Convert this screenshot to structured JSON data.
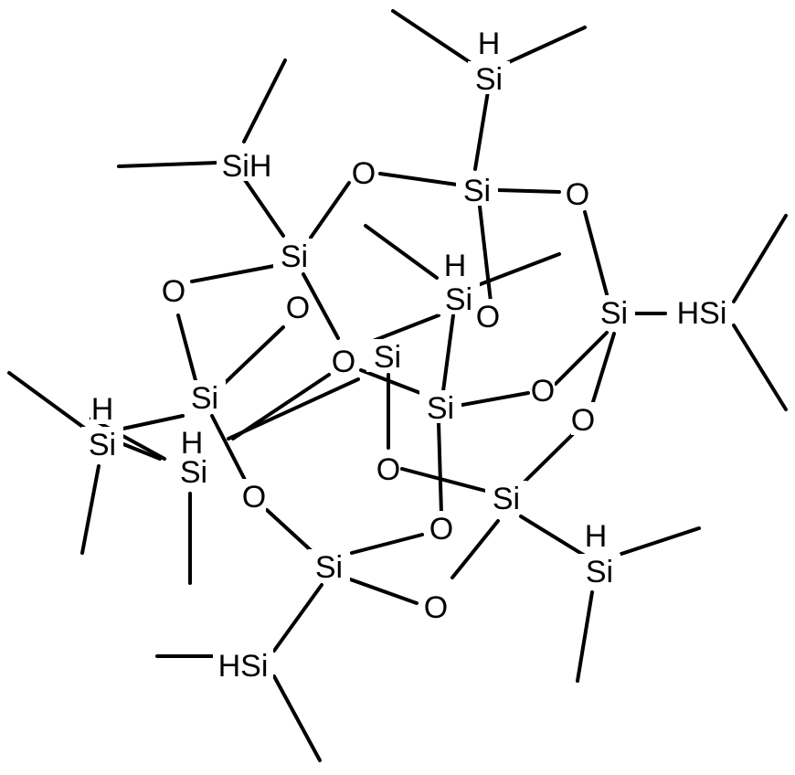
{
  "molecule": {
    "atoms": [
      {
        "id": "si_top_h",
        "text": "H"
      },
      {
        "id": "si_top",
        "text": "Si"
      },
      {
        "id": "si_ul",
        "text": "SiH"
      },
      {
        "id": "o1",
        "text": "O"
      },
      {
        "id": "si_a",
        "text": "Si"
      },
      {
        "id": "o2",
        "text": "O"
      },
      {
        "id": "si_b",
        "text": "Si"
      },
      {
        "id": "o3",
        "text": "O"
      },
      {
        "id": "si_c_h",
        "text": "H"
      },
      {
        "id": "si_c",
        "text": "Si"
      },
      {
        "id": "o4",
        "text": "O"
      },
      {
        "id": "si_r",
        "text": "Si"
      },
      {
        "id": "hsi_r",
        "text": "HSi"
      },
      {
        "id": "o5",
        "text": "O"
      },
      {
        "id": "si_d",
        "text": "Si"
      },
      {
        "id": "o6",
        "text": "O"
      },
      {
        "id": "o7",
        "text": "O"
      },
      {
        "id": "si_e",
        "text": "Si"
      },
      {
        "id": "o8",
        "text": "O"
      },
      {
        "id": "o9",
        "text": "O"
      },
      {
        "id": "si_f",
        "text": "Si"
      },
      {
        "id": "si_l_h",
        "text": "H"
      },
      {
        "id": "si_l",
        "text": "Si"
      },
      {
        "id": "si_g_h",
        "text": "H"
      },
      {
        "id": "si_g",
        "text": "Si"
      },
      {
        "id": "o10",
        "text": "O"
      },
      {
        "id": "si_h",
        "text": "Si"
      },
      {
        "id": "o11",
        "text": "O"
      },
      {
        "id": "o12",
        "text": "O"
      },
      {
        "id": "si_i",
        "text": "Si"
      },
      {
        "id": "o13",
        "text": "O"
      },
      {
        "id": "si_br_h",
        "text": "H"
      },
      {
        "id": "si_br",
        "text": "Si"
      },
      {
        "id": "hsi_bl",
        "text": "HSi"
      }
    ]
  }
}
